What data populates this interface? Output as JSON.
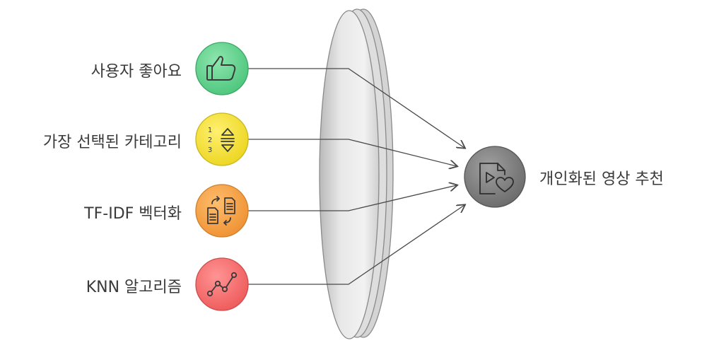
{
  "inputs": [
    {
      "label": "사용자 좋아요",
      "icon": "thumbs-up-icon",
      "fill": "#5fd08a",
      "stroke": "#3aa864"
    },
    {
      "label": "가장 선택된 카테고리",
      "icon": "sort-order-icon",
      "fill": "#f3e13a",
      "stroke": "#c8b71d"
    },
    {
      "label": "TF-IDF 벡터화",
      "icon": "document-convert-icon",
      "fill": "#f4a24b",
      "stroke": "#cf7f2c"
    },
    {
      "label": "KNN 알고리즘",
      "icon": "trend-line-icon",
      "fill": "#f26d6d",
      "stroke": "#cc4b4b"
    }
  ],
  "output": {
    "label": "개인화된 영상 추천",
    "icon": "video-heart-icon",
    "fill": "#7d7d7d",
    "stroke": "#555555"
  }
}
